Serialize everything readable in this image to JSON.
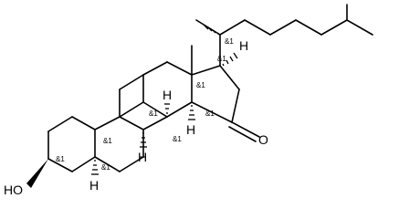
{
  "structure": {
    "atoms": {
      "hydroxyl": "HO",
      "ketone_oxygen": "O",
      "hydrogen": "H"
    },
    "stereo_tag": "&1",
    "colors": {
      "bond": "#000000",
      "text": "#000000",
      "background": "#ffffff"
    }
  }
}
